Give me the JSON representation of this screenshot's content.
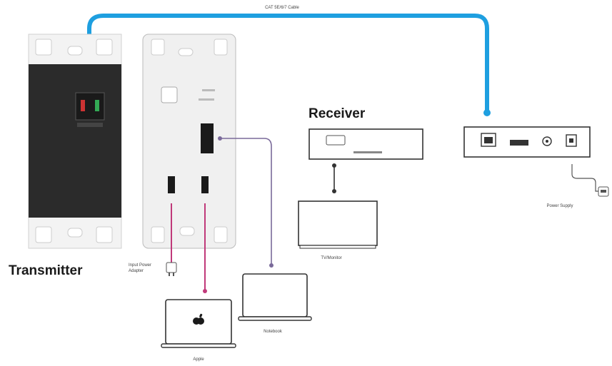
{
  "labels": {
    "cable": "CAT 5E/6/7 Cable",
    "transmitter": "Transmitter",
    "receiver": "Receiver",
    "tv_monitor": "TV/Monitor",
    "power_supply": "Power Supply",
    "input_power_adapter": "Input Power Adapter",
    "notebook": "Notebook",
    "apple": "Apple"
  },
  "colors": {
    "cat_cable": "#1e9fe0",
    "usb_cable": "#c0397a",
    "hdmi_cable": "#7a6a9a",
    "plate_dark": "#2b2b2b",
    "device_outline": "#333333"
  },
  "icons": {
    "apple_logo": "apple-logo-icon"
  }
}
